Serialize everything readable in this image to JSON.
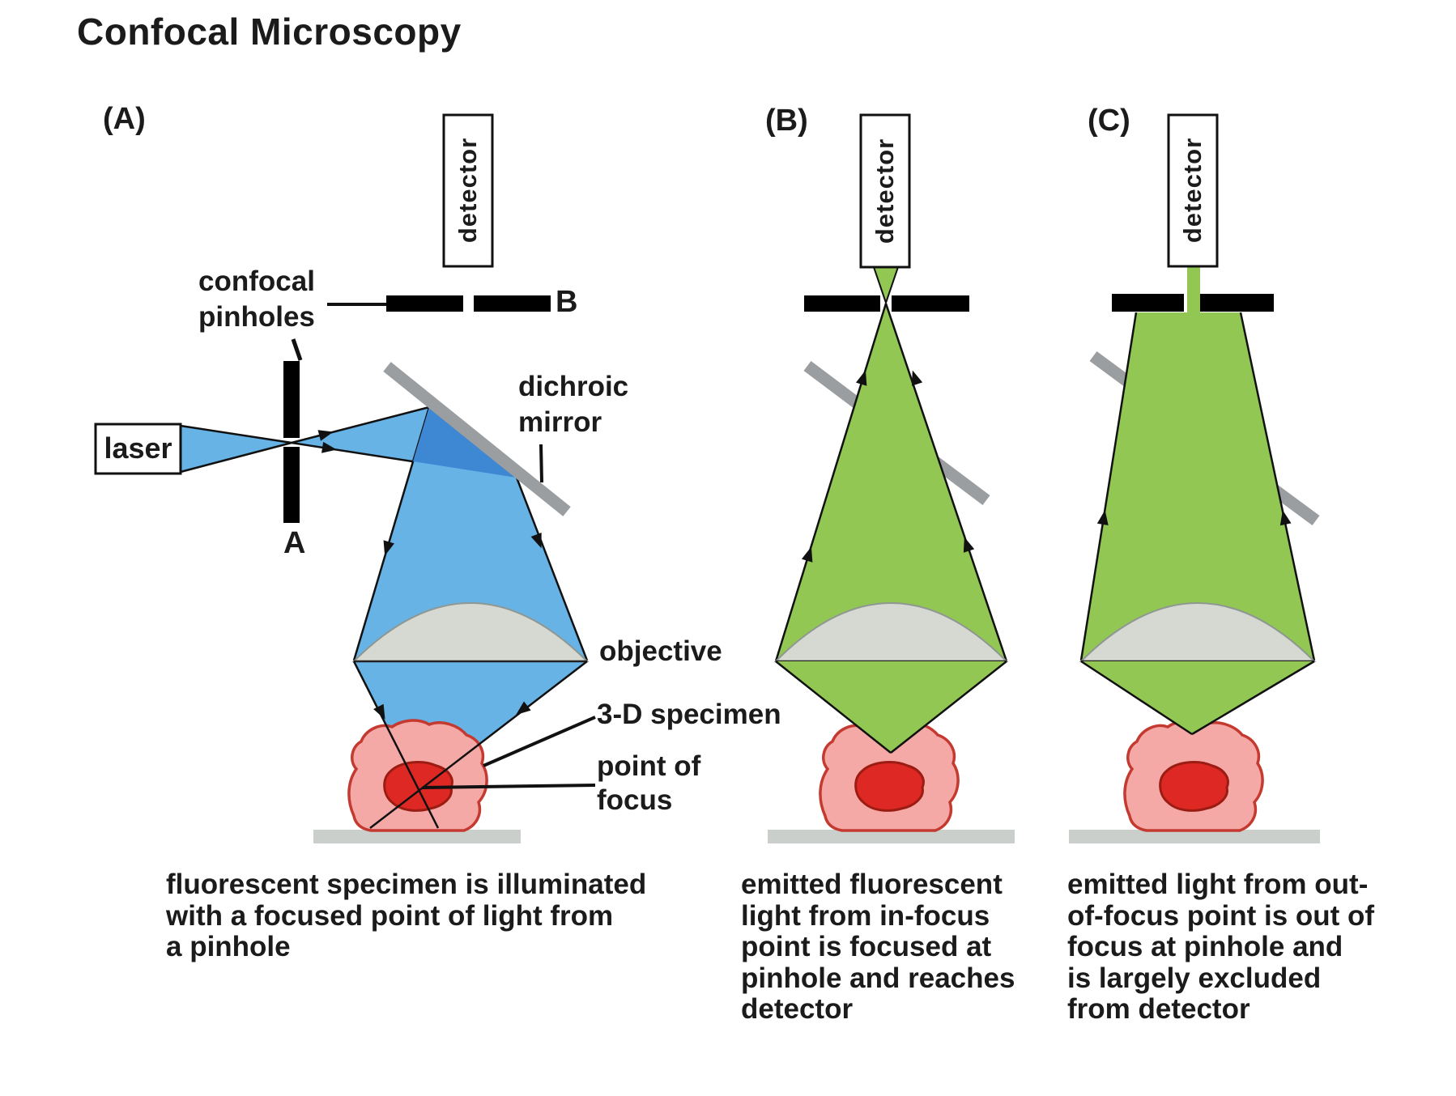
{
  "title": "Confocal Microscopy",
  "colors": {
    "excitation_blue": "#67b3e6",
    "excitation_blue_dark": "#3d87d3",
    "emission_green": "#92c753",
    "mirror_gray": "#9b9ea0",
    "lens_gray": "#d6d8d2",
    "lens_outline": "#8f9792",
    "stage_gray": "#cbcfcc",
    "cell_fill": "#f5a9a6",
    "cell_outline": "#c43a30",
    "nucleus_fill": "#de2823",
    "nucleus_outline": "#9b1c12",
    "line_black": "#111111"
  },
  "panel_a": {
    "tag": "(A)",
    "detector": "detector",
    "pinholes_label": [
      "confocal",
      "pinholes"
    ],
    "pinhole_top": "B",
    "pinhole_side": "A",
    "laser": "laser",
    "dichroic": [
      "dichroic",
      "mirror"
    ],
    "objective": "objective",
    "specimen": "3-D specimen",
    "focus": [
      "point of",
      "focus"
    ],
    "caption": [
      "fluorescent specimen is illuminated",
      "with a focused point of light from",
      "a pinhole"
    ]
  },
  "panel_b": {
    "tag": "(B)",
    "detector": "detector",
    "caption": [
      "emitted fluorescent",
      "light from in-focus",
      "point is focused at",
      "pinhole and reaches",
      "detector"
    ]
  },
  "panel_c": {
    "tag": "(C)",
    "detector": "detector",
    "caption": [
      "emitted light from out-",
      "of-focus point is out of",
      "focus at pinhole and",
      "is largely excluded",
      "from detector"
    ]
  }
}
